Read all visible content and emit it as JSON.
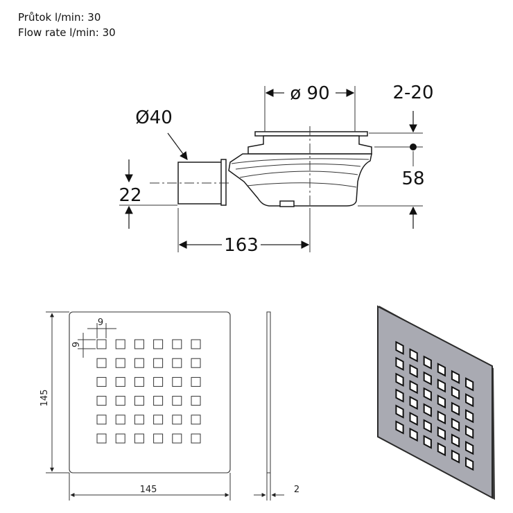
{
  "header": {
    "line_cz": "Průtok l/min: 30",
    "line_en": "Flow rate l/min: 30"
  },
  "side_view": {
    "dim_flange_diameter": "ø 90",
    "dim_tile_thickness": "2-20",
    "dim_outlet_diameter": "Ø40",
    "dim_height": "58",
    "dim_outlet_height": "22",
    "dim_length": "163"
  },
  "grate_view": {
    "dim_width": "145",
    "dim_height": "145",
    "dim_hole_width": "9",
    "dim_hole_height": "9",
    "dim_thickness": "2",
    "hole_rows": 6,
    "hole_cols": 6
  },
  "colors": {
    "line": "#222222",
    "grate_fill": "#a9aab2",
    "grate_edge": "#3a3a3a",
    "hole": "#ffffff"
  }
}
